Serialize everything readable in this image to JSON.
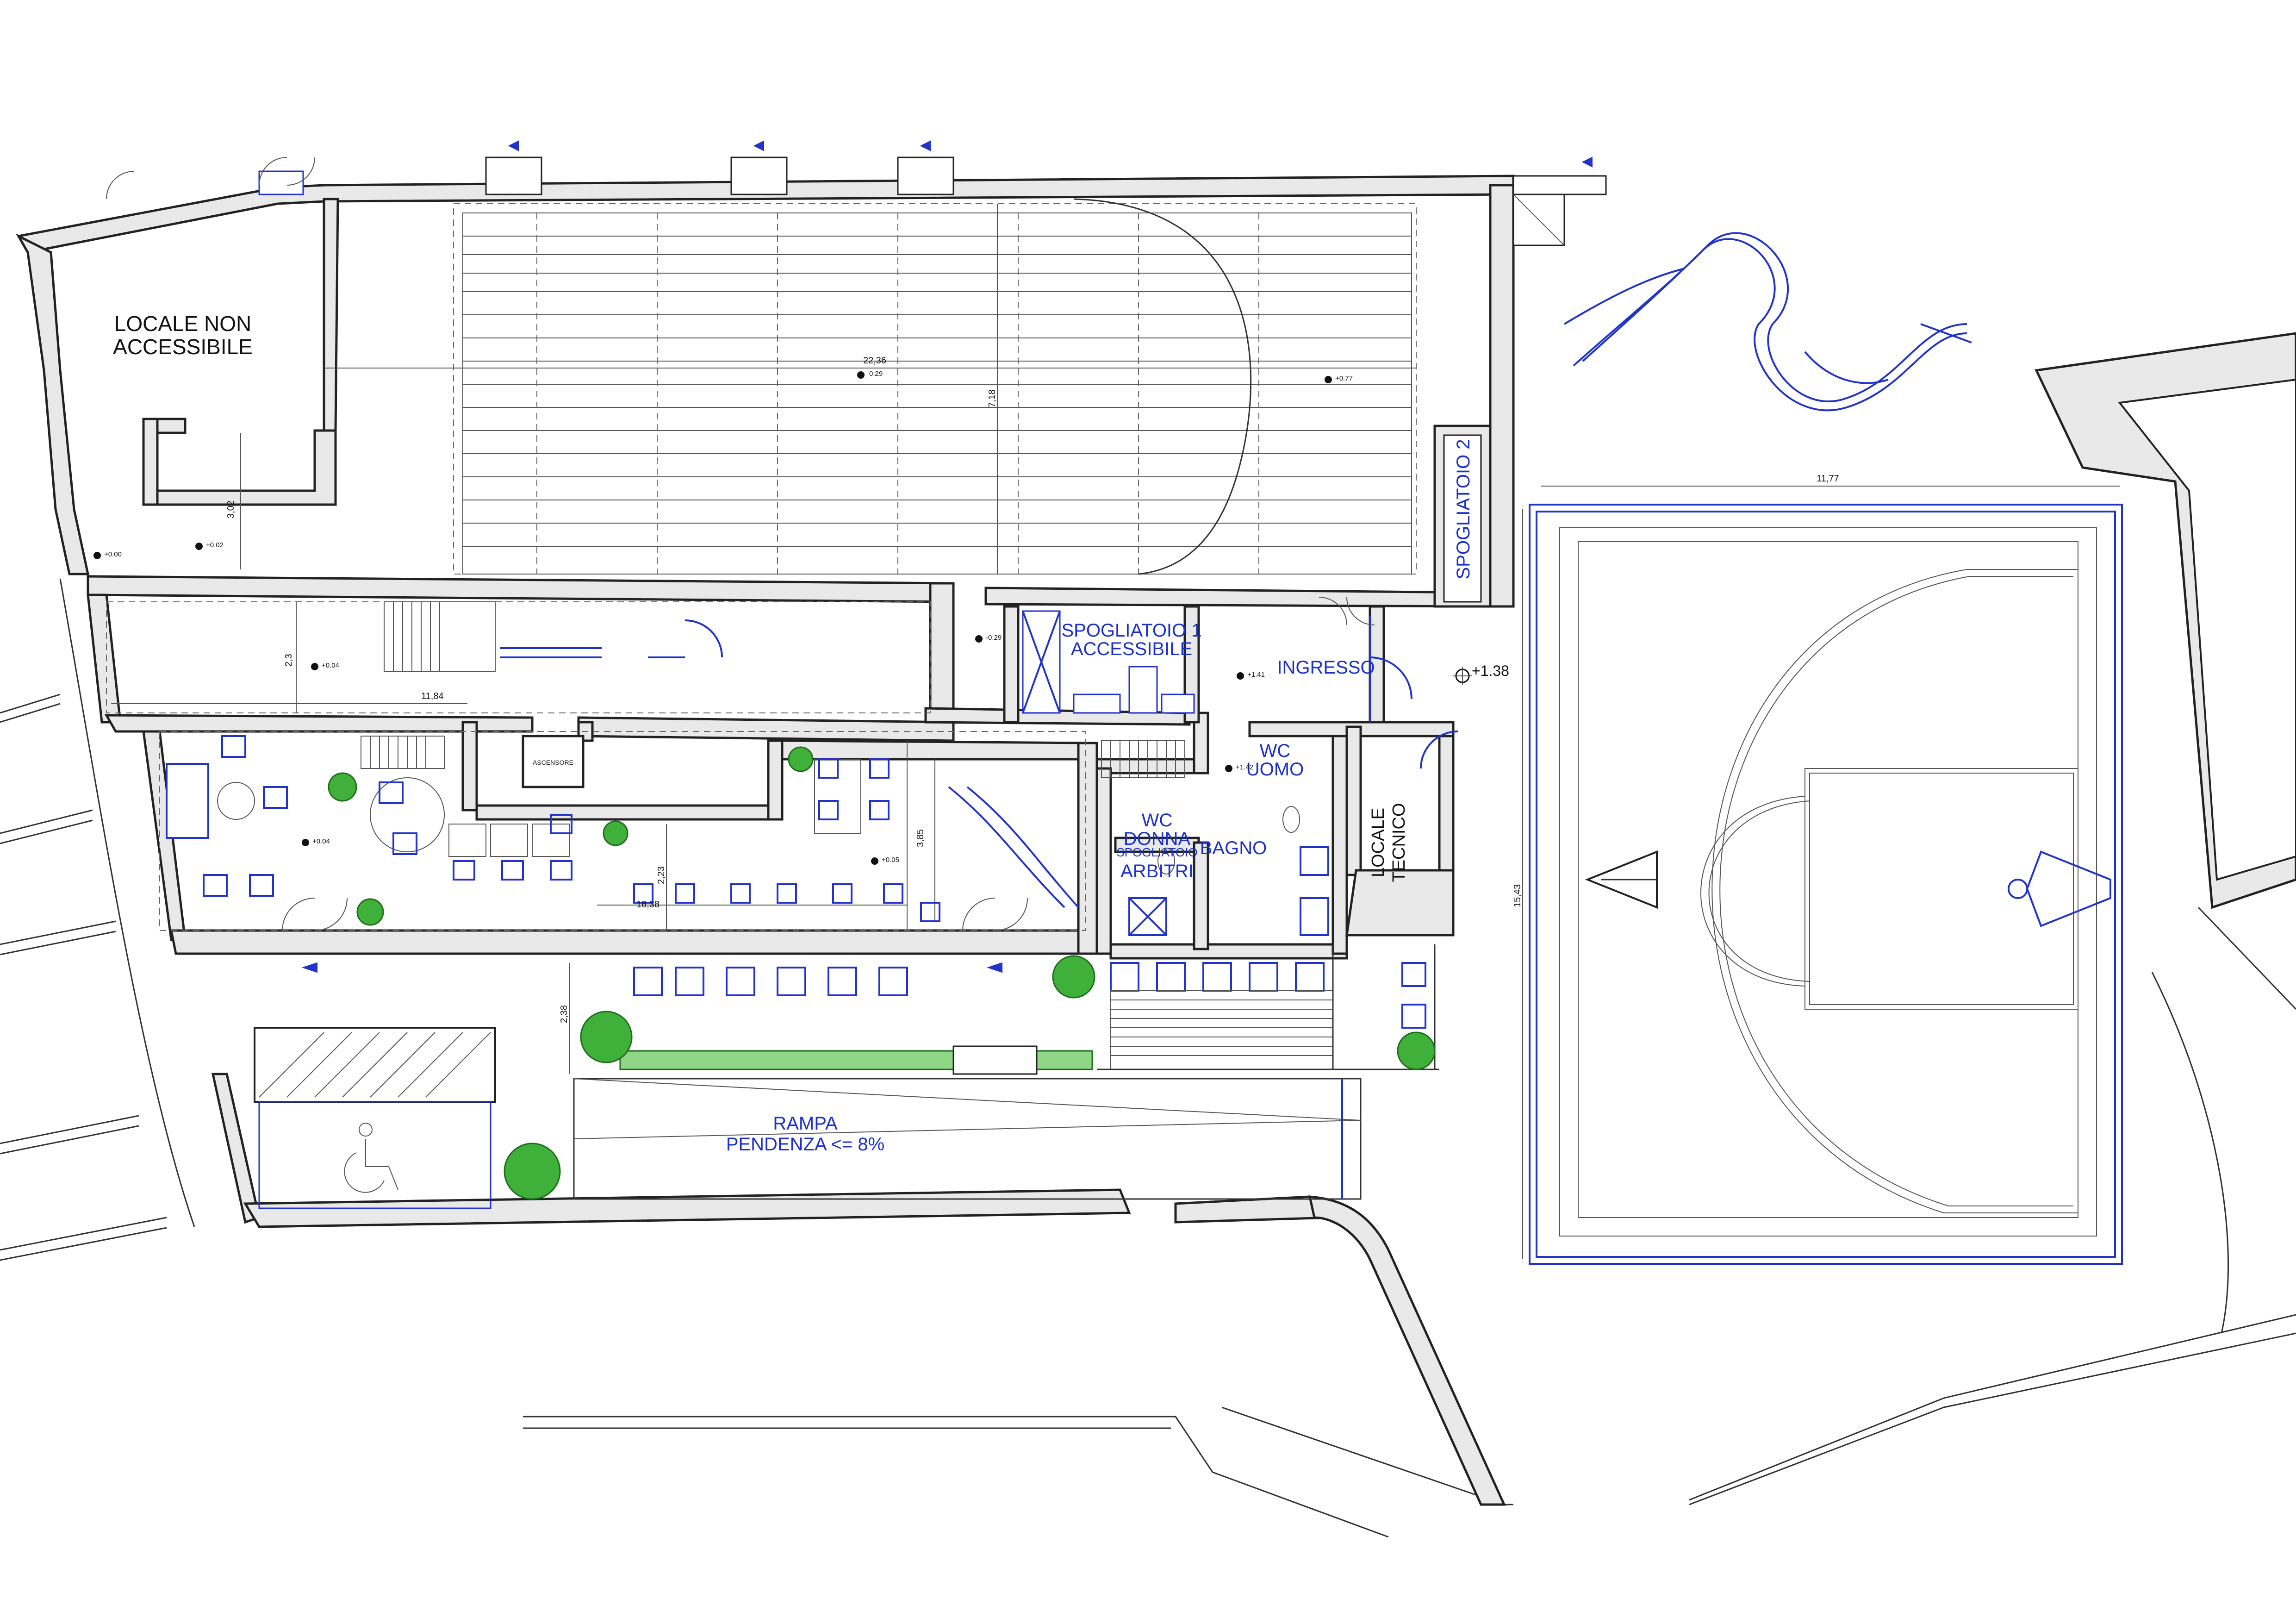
{
  "rooms": {
    "locale_non_accessibile": [
      "LOCALE NON",
      "ACCESSIBILE"
    ],
    "spogliatoio_1": [
      "SPOGLIATOIO 1",
      "ACCESSIBILE"
    ],
    "spogliatoio_2": "SPOGLIATOIO 2",
    "ingresso": "INGRESSO",
    "wc_uomo": [
      "WC",
      "UOMO"
    ],
    "wc_donna": [
      "WC",
      "DONNA"
    ],
    "spogliatoio_arbitri": [
      "SPOGLIATOIO",
      "ARBITRI"
    ],
    "bagno": "BAGNO",
    "locale_tecnico": [
      "LOCALE",
      "TECNICO"
    ],
    "ascensore": "ASCENSORE",
    "rampa": [
      "RAMPA",
      "PENDENZA <= 8%"
    ]
  },
  "dimensions": {
    "hall_length": "22,36",
    "hall_width": "7,18",
    "left_room": "3,02",
    "corridor_height": "2,3",
    "corridor_length": "11,84",
    "lounge_depth": "3,85",
    "lounge_mid": "2,23",
    "lounge_len": "18,38",
    "terrace_depth": "2,38",
    "court_width": "11,77",
    "court_length": "15,43"
  },
  "elevations": {
    "hall": "0.29",
    "hall_right": "+0.77",
    "left_top": "+0.02",
    "left_edge": "+0.00",
    "corridor": "+0.04",
    "lounge_left": "+0.04",
    "lounge_right": "+0.05",
    "change_area": "-0.29",
    "spogliatoio": "+1.41",
    "wc": "+1.42",
    "entrance": "+1.38"
  }
}
